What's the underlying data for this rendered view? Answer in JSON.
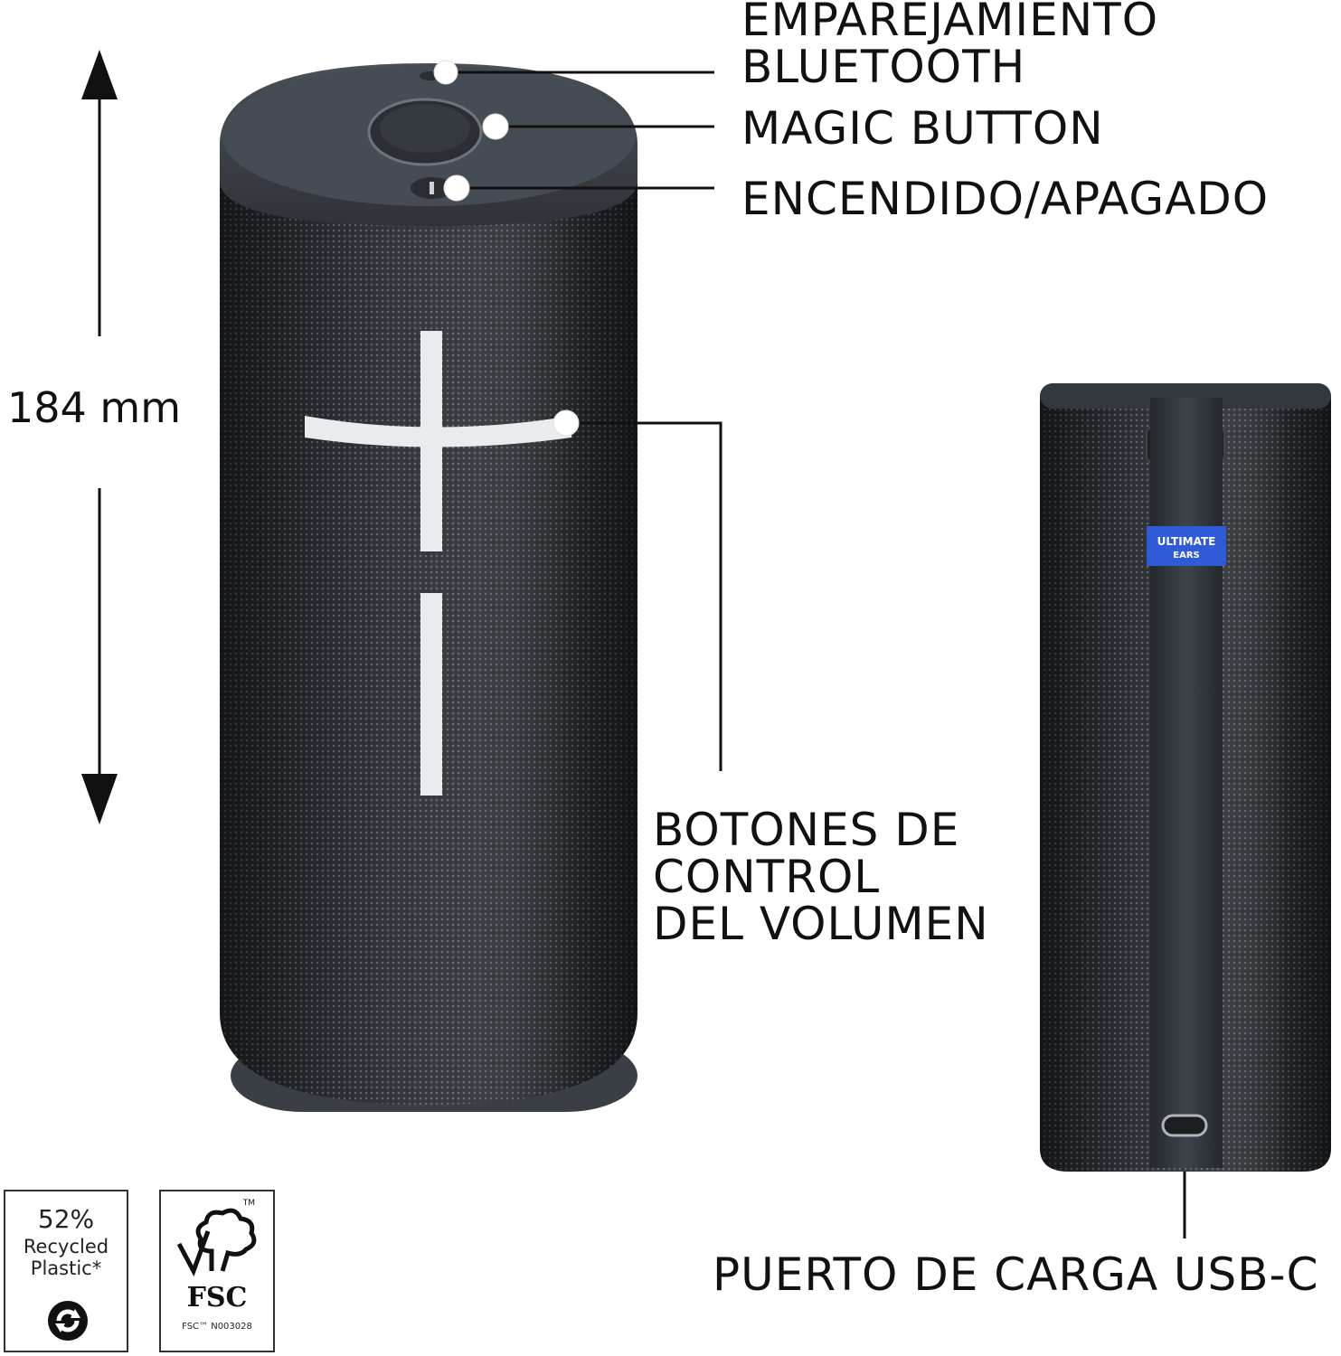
{
  "labels": {
    "pairing": "EMPAREJAMIENTO\nBLUETOOTH",
    "magic": "MAGIC BUTTON",
    "power": "ENCENDIDO/APAGADO",
    "volume": "BOTONES DE\nCONTROL\nDEL VOLUMEN",
    "usb": "PUERTO DE CARGA USB-C"
  },
  "dimension": {
    "value": "184 mm"
  },
  "product_logo": {
    "line1": "ULTIMATE",
    "line2": "EARS"
  },
  "recycled_badge": {
    "percent": "52%",
    "line1": "Recycled",
    "line2": "Plastic*"
  },
  "fsc_badge": {
    "name": "FSC",
    "tm": "TM",
    "code": "FSC™ N003028"
  },
  "colors": {
    "speaker_body": "#2e3236",
    "speaker_cap": "#3c4147",
    "logo_blue": "#2f5bd8",
    "text": "#111111"
  }
}
